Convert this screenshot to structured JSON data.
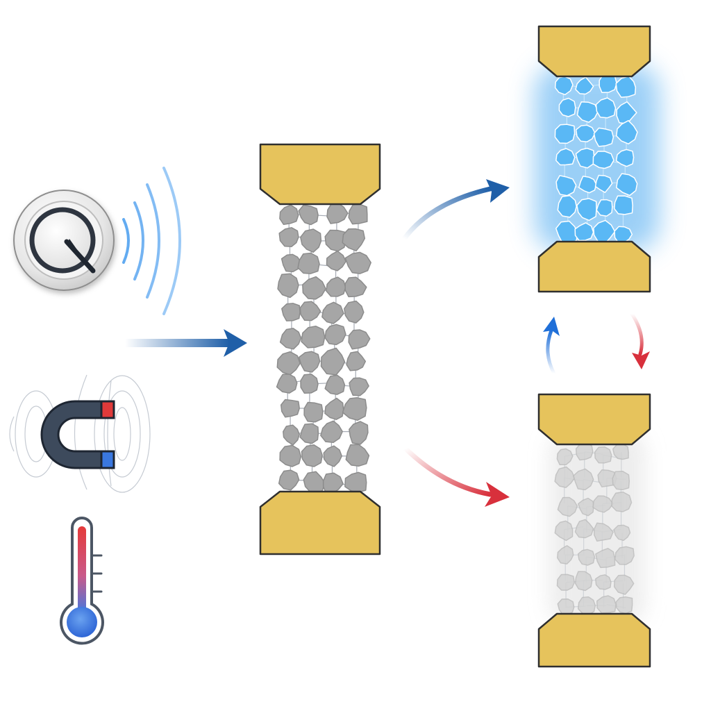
{
  "diagram": {
    "stimuli": [
      {
        "name": "pressure-gauge",
        "icon": "gauge-icon"
      },
      {
        "name": "magnet",
        "icon": "magnet-icon"
      },
      {
        "name": "thermometer",
        "icon": "thermometer-icon"
      }
    ],
    "states": [
      {
        "name": "initial",
        "particle_color": "#a6a6a6"
      },
      {
        "name": "conductive",
        "particle_color": "#5ab8f5"
      },
      {
        "name": "faded",
        "particle_color": "#d3d3d3"
      }
    ],
    "colors": {
      "electrode": "#e6c35c",
      "electrode_edge": "#2f2f2f",
      "blue_arrow": "#1f5fa8",
      "red_arrow": "#d8303c",
      "glow": "#4aa8f0",
      "magnet_body": "#3d4a5c",
      "magnet_red": "#e03a3a",
      "magnet_blue": "#3a78e0"
    },
    "arrows": [
      {
        "from": "stimuli",
        "to": "initial",
        "color": "blue"
      },
      {
        "from": "initial",
        "to": "conductive",
        "color": "blue"
      },
      {
        "from": "initial",
        "to": "faded",
        "color": "red"
      },
      {
        "from": "faded",
        "to": "conductive",
        "color": "blue"
      },
      {
        "from": "conductive",
        "to": "faded",
        "color": "red"
      }
    ]
  }
}
